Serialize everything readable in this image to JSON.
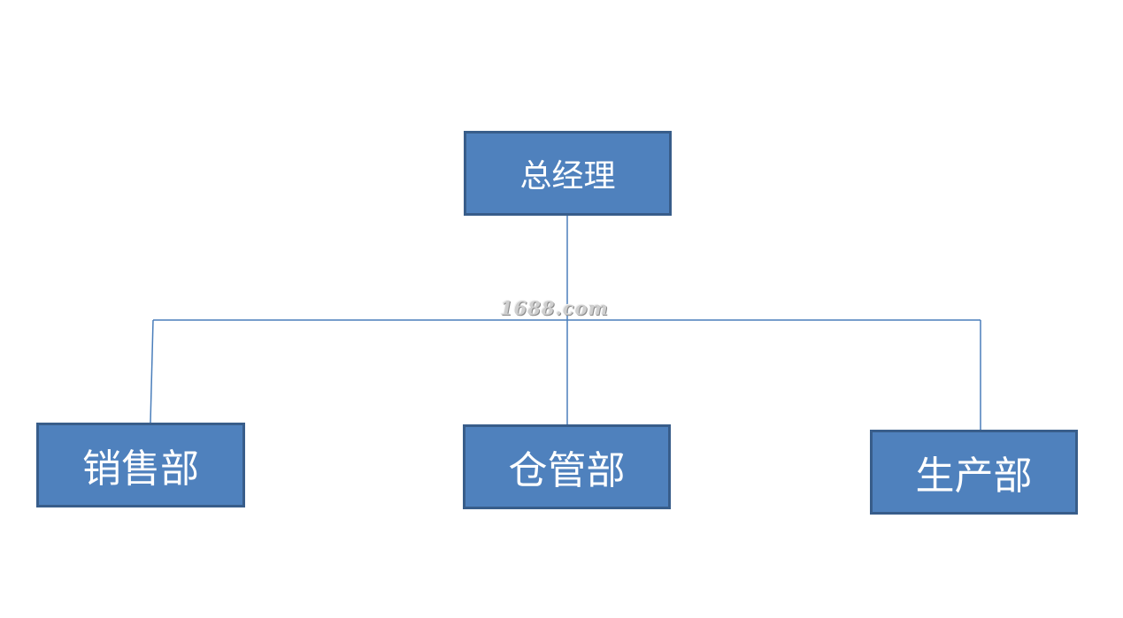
{
  "diagram": {
    "root": {
      "label": "总经理"
    },
    "departments": [
      {
        "label": "销售部"
      },
      {
        "label": "仓管部"
      },
      {
        "label": "生产部"
      }
    ],
    "watermark": "1688.com",
    "colors": {
      "node_fill": "#4f81bd",
      "node_border": "#385d8a",
      "node_text": "#ffffff",
      "connector": "#4a7ebb"
    }
  }
}
